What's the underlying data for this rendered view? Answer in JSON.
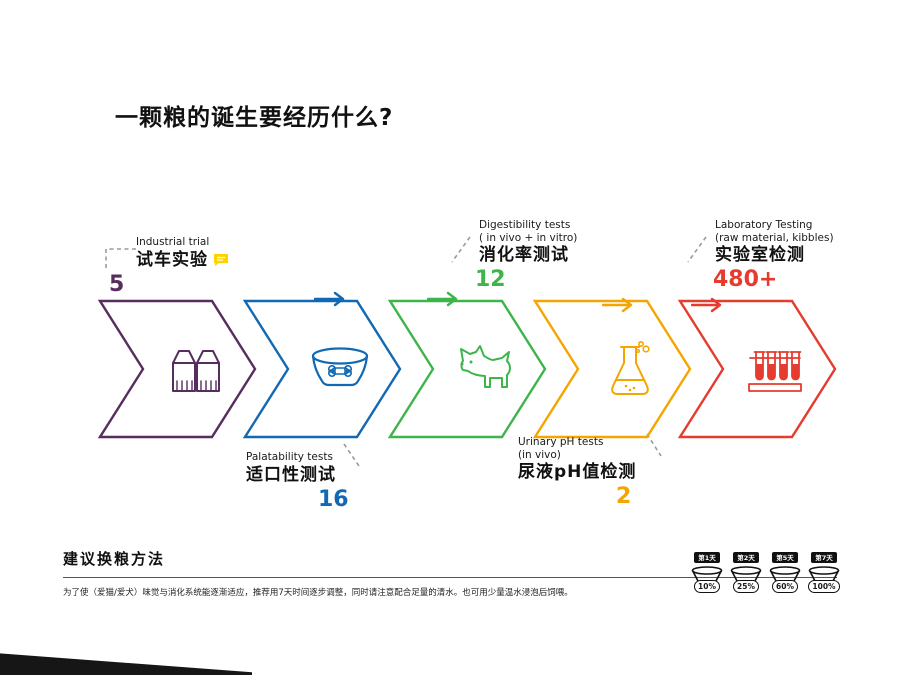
{
  "header": {
    "title": "一颗粮的诞生要经历什么?"
  },
  "ui": {
    "banner_color": "#161616",
    "connector_color": "#9a9a9a",
    "comment_icon_color": "#ffd200",
    "text_color": "#1a1a1a"
  },
  "stages": [
    {
      "name": "Industrial trial",
      "name_cn": "试车实验",
      "value": "5",
      "color": "#562d5e",
      "icon": "milk-cartons"
    },
    {
      "name": "Palatability tests",
      "name_cn": "适口性测试",
      "value": "16",
      "color": "#1169b4",
      "icon": "pet-bowl"
    },
    {
      "name": "Digestibility tests",
      "name_sub": "( in vivo + in vitro)",
      "name_cn": "消化率测试",
      "value": "12",
      "color": "#3db54b",
      "icon": "dog"
    },
    {
      "name": "Urinary pH tests",
      "name_sub": "(in vivo)",
      "name_cn": "尿液pH值检测",
      "value": "2",
      "color": "#f5a500",
      "icon": "flask"
    },
    {
      "name": "Laboratory Testing",
      "name_sub": "(raw material, kibbles)",
      "name_cn": "实验室检测",
      "value": "480+",
      "color": "#e63b2f",
      "icon": "test-tubes"
    }
  ],
  "feeding_guide": {
    "heading": "建议换粮方法",
    "description": "为了使（爱猫/爱犬）味觉与消化系统能逐渐适应，推荐用7天时间逐步调整，同时请注意配合足量的清水。也可用少量温水浸泡后饲喂。",
    "days": [
      {
        "label": "第1天",
        "percent": "10%"
      },
      {
        "label": "第2天",
        "percent": "25%"
      },
      {
        "label": "第5天",
        "percent": "60%"
      },
      {
        "label": "第7天",
        "percent": "100%"
      }
    ]
  }
}
